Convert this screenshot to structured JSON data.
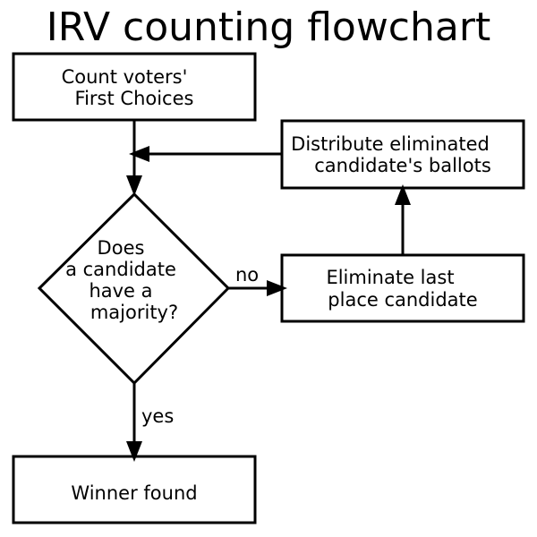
{
  "diagram": {
    "title": "IRV counting flowchart",
    "nodes": {
      "count": {
        "lines": [
          "Count voters'",
          "First Choices"
        ]
      },
      "distribute": {
        "lines": [
          "Distribute eliminated",
          "candidate's ballots"
        ]
      },
      "decision": {
        "lines": [
          "Does",
          "a candidate",
          "have a",
          "majority?"
        ]
      },
      "eliminate": {
        "lines": [
          "Eliminate last",
          "place candidate"
        ]
      },
      "winner": {
        "lines": [
          "Winner found"
        ]
      }
    },
    "edges": {
      "no": "no",
      "yes": "yes"
    }
  }
}
